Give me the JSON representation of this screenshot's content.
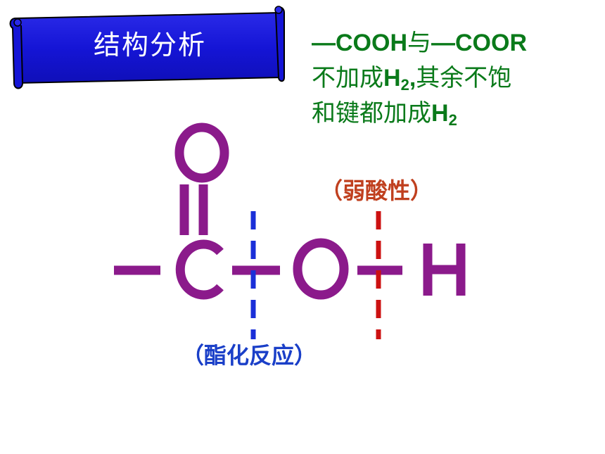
{
  "banner": {
    "title": "结构分析"
  },
  "note": {
    "line1_group1": "—COOH",
    "line1_mid": "与",
    "line1_group2": "—COOR",
    "line2_prefix": "不加成",
    "line2_h": "H",
    "line2_sub": "2",
    "line2_suffix_bold": ",",
    "line2_suffix": "其余不饱",
    "line3_prefix": "和键都加成",
    "line3_h": "H",
    "line3_sub": "2"
  },
  "molecule": {
    "atoms": {
      "carbonyl_oxygen": "O",
      "carbon": "C",
      "hydroxyl_oxygen": "O",
      "hydrogen": "H"
    },
    "atom_color": "#8b1a8b"
  },
  "annotations": {
    "weak_acid": "（弱酸性）",
    "esterification": "（酯化反应）"
  },
  "colors": {
    "banner_fill": "#1a1adb",
    "note_text": "#0a7a1a",
    "weak_acid_text": "#c0401f",
    "esterification_text": "#1a3fc8",
    "red_cut_line": "#cc1111",
    "blue_cut_line": "#1a2fd8"
  }
}
